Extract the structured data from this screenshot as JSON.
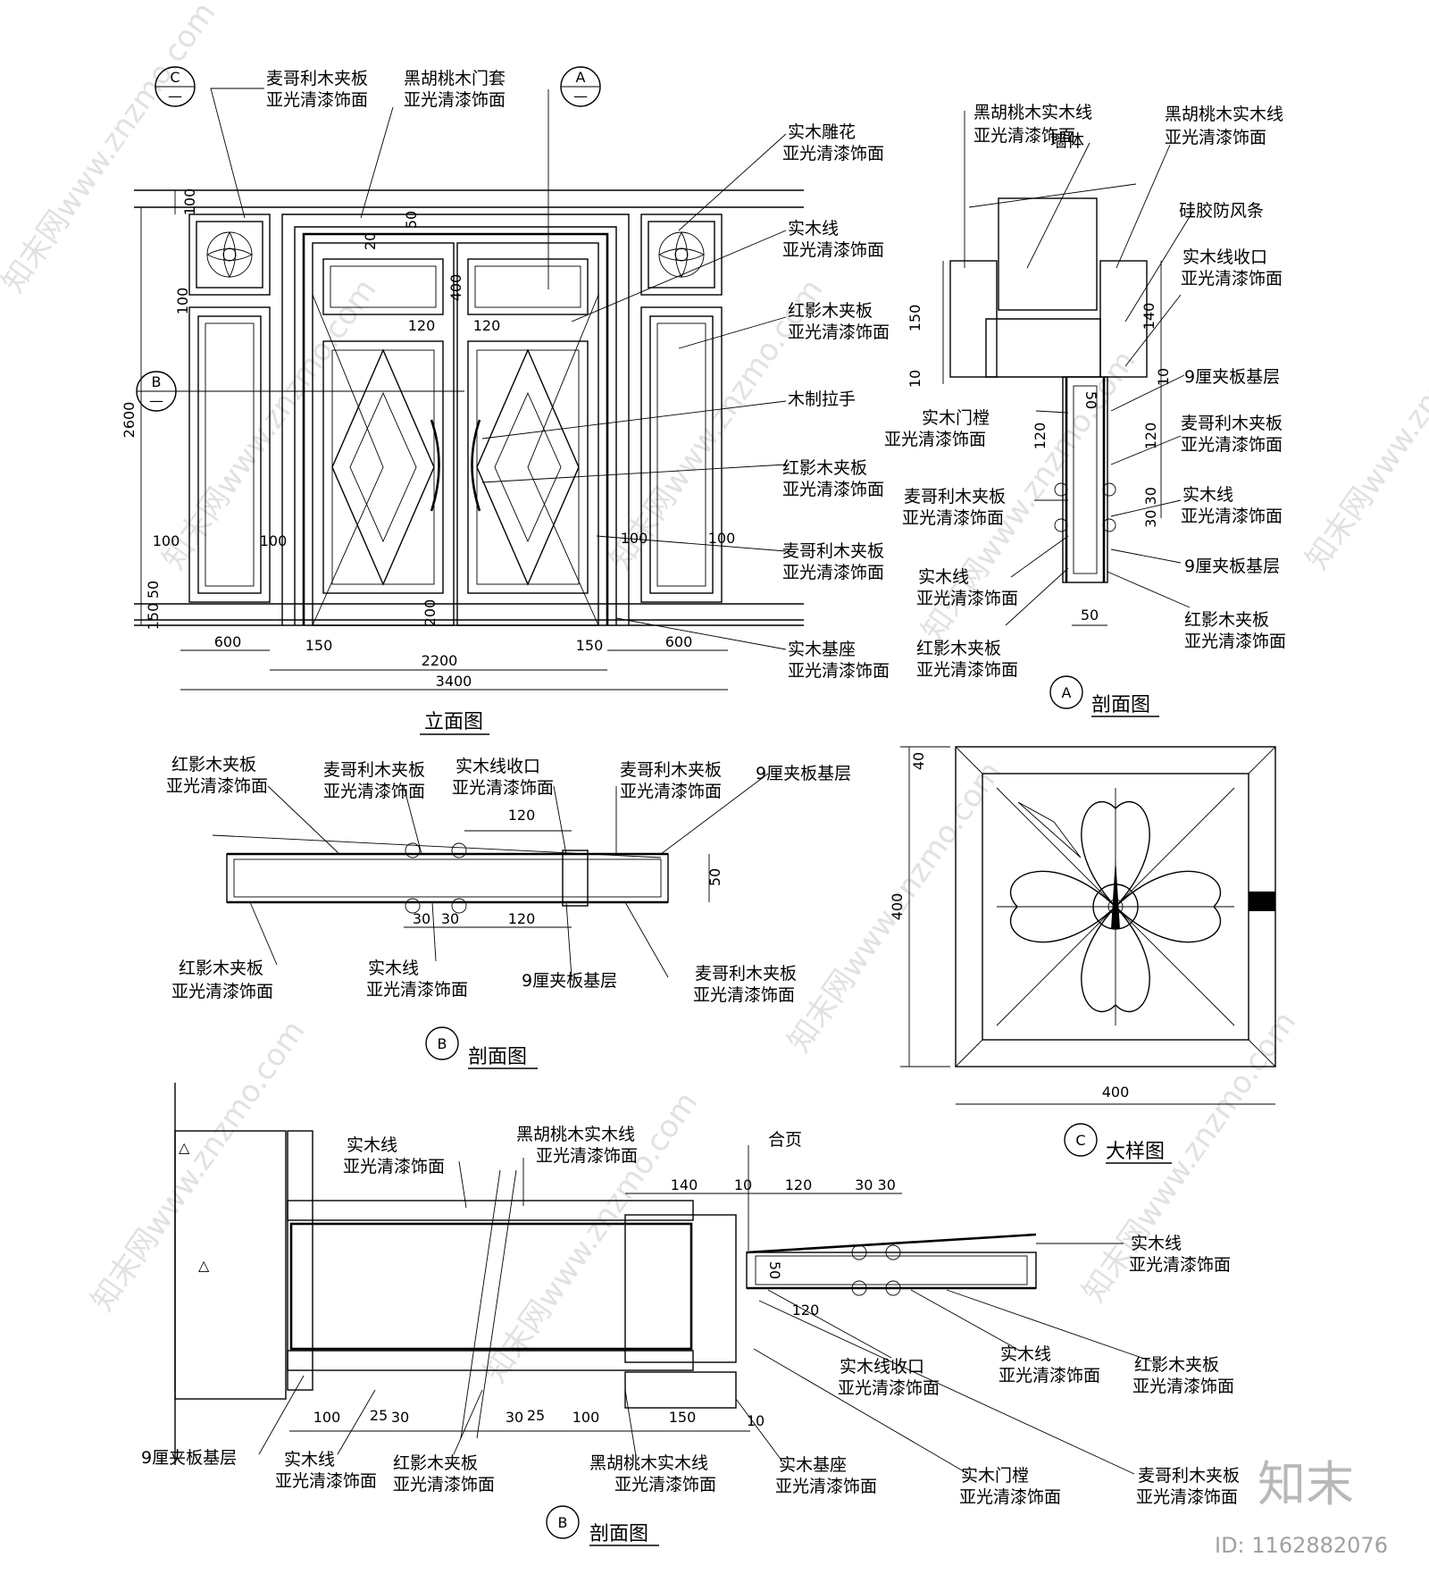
{
  "elevation": {
    "title": "立面图",
    "labels": {
      "l1a": "麦哥利木夹板",
      "l1b": "亚光清漆饰面",
      "l2a": "黑胡桃木门套",
      "l2b": "亚光清漆饰面",
      "l3a": "实木雕花",
      "l3b": "亚光清漆饰面",
      "l4a": "实木线",
      "l4b": "亚光清漆饰面",
      "l5a": "红影木夹板",
      "l5b": "亚光清漆饰面",
      "l6": "木制拉手",
      "l7a": "红影木夹板",
      "l7b": "亚光清漆饰面",
      "l8a": "麦哥利木夹板",
      "l8b": "亚光清漆饰面",
      "l9a": "实木基座",
      "l9b": "亚光清漆饰面"
    },
    "dims": {
      "d600a": "600",
      "d150a": "150",
      "d150b": "150",
      "d600b": "600",
      "d2200": "2200",
      "d3400": "3400",
      "d2600": "2600",
      "d100t": "100",
      "d100m": "100",
      "d50t": "50",
      "d20": "20",
      "d400": "400",
      "d120a": "120",
      "d120b": "120",
      "d100l": "100",
      "d100l2": "100",
      "d100r": "100",
      "d100r2": "100",
      "d50b": "50",
      "d150v": "150",
      "d200": "200"
    },
    "markers": {
      "c": "C",
      "a": "A",
      "b": "B",
      "dash": "—"
    }
  },
  "section_a": {
    "title": "剖面图",
    "marker": "A",
    "labels": {
      "a1a": "黑胡桃木实木线",
      "a1b": "亚光清漆饰面",
      "a2": "墙体",
      "a3a": "黑胡桃木实木线",
      "a3b": "亚光清漆饰面",
      "a4": "硅胶防风条",
      "a5a": "实木线收口",
      "a5b": "亚光清漆饰面",
      "a6": "9厘夹板基层",
      "a7a": "实木门樘",
      "a7b": "亚光清漆饰面",
      "a8a": "麦哥利木夹板",
      "a8b": "亚光清漆饰面",
      "a9a": "麦哥利木夹板",
      "a9b": "亚光清漆饰面",
      "a10a": "实木线",
      "a10b": "亚光清漆饰面",
      "a11a": "实木线",
      "a11b": "亚光清漆饰面",
      "a12": "9厘夹板基层",
      "a13a": "红影木夹板",
      "a13b": "亚光清漆饰面",
      "a14a": "红影木夹板",
      "a14b": "亚光清漆饰面"
    },
    "dims": {
      "d150": "150",
      "d10": "10",
      "d120l": "120",
      "d140": "140",
      "d10r": "10",
      "d50": "50",
      "d120r": "120",
      "d3030": "30 30",
      "d50b": "50"
    }
  },
  "section_b1": {
    "title": "剖面图",
    "marker": "B",
    "labels": {
      "b1a": "红影木夹板",
      "b1b": "亚光清漆饰面",
      "b2a": "麦哥利木夹板",
      "b2b": "亚光清漆饰面",
      "b3a": "实木线收口",
      "b3b": "亚光清漆饰面",
      "b4a": "麦哥利木夹板",
      "b4b": "亚光清漆饰面",
      "b5": "9厘夹板基层",
      "b6a": "红影木夹板",
      "b6b": "亚光清漆饰面",
      "b7a": "实木线",
      "b7b": "亚光清漆饰面",
      "b8": "9厘夹板基层",
      "b9a": "麦哥利木夹板",
      "b9b": "亚光清漆饰面"
    },
    "dims": {
      "d120t": "120",
      "d50": "50",
      "d30a": "30",
      "d30b": "30",
      "d120b": "120"
    }
  },
  "detail_c": {
    "title": "大样图",
    "marker": "C",
    "dims": {
      "d40": "40",
      "d400v": "400",
      "d400h": "400"
    }
  },
  "section_b2": {
    "title": "剖面图",
    "marker": "B",
    "labels": {
      "c1a": "实木线",
      "c1b": "亚光清漆饰面",
      "c2a": "黑胡桃木实木线",
      "c2b": "亚光清漆饰面",
      "c3": "合页",
      "c4a": "实木线",
      "c4b": "亚光清漆饰面",
      "c5a": "实木线收口",
      "c5b": "亚光清漆饰面",
      "c6a": "实木线",
      "c6b": "亚光清漆饰面",
      "c7a": "红影木夹板",
      "c7b": "亚光清漆饰面",
      "c8": "9厘夹板基层",
      "c9a": "实木线",
      "c9b": "亚光清漆饰面",
      "c10a": "红影木夹板",
      "c10b": "亚光清漆饰面",
      "c11a": "黑胡桃木实木线",
      "c11b": "亚光清漆饰面",
      "c12a": "实木基座",
      "c12b": "亚光清漆饰面",
      "c13a": "实木门樘",
      "c13b": "亚光清漆饰面",
      "c14a": "麦哥利木夹板",
      "c14b": "亚光清漆饰面"
    },
    "dims": {
      "d140": "140",
      "d10": "10",
      "d120": "120",
      "d3030": "30 30",
      "d50": "50",
      "d120b": "120",
      "d100a": "100",
      "d25a": "25",
      "d30a": "30",
      "d30b": "30",
      "d25b": "25",
      "d100b": "100",
      "d150": "150",
      "d10b": "10"
    }
  },
  "branding": {
    "logo": "知末",
    "id": "ID: 1162882076",
    "watermark": "知末网www.znzmo.com"
  }
}
